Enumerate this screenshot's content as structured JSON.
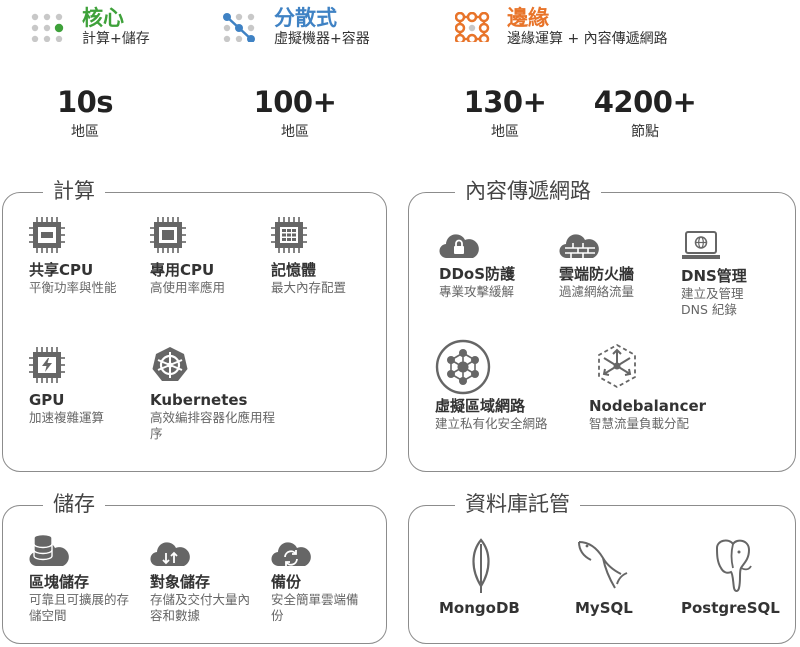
{
  "colors": {
    "core": "#3ea13a",
    "distributed": "#3f82c4",
    "edge": "#e8742a",
    "icon": "#666666",
    "border": "#8c8c8c"
  },
  "tiers": [
    {
      "name": "核心",
      "desc": "計算+儲存",
      "icon": "dot-grid-icon"
    },
    {
      "name": "分散式",
      "desc": "虛擬機器+容器",
      "icon": "distributed-nodes-icon"
    },
    {
      "name": "邊緣",
      "desc": "邊緣運算 + 內容傳遞網路",
      "icon": "edge-nodes-icon"
    }
  ],
  "stats": [
    {
      "value": "10s",
      "unit": "地區"
    },
    {
      "value": "100+",
      "unit": "地區"
    },
    {
      "value": "130+",
      "unit": "地區"
    },
    {
      "value": "4200+",
      "unit": "節點"
    }
  ],
  "compute": {
    "title": "計算",
    "items": [
      {
        "name": "共享CPU",
        "desc": "平衡功率與性能",
        "icon": "shared-cpu-icon"
      },
      {
        "name": "專用CPU",
        "desc": "高使用率應用",
        "icon": "dedicated-cpu-icon"
      },
      {
        "name": "記憶體",
        "desc": "最大內存配置",
        "icon": "memory-chip-icon"
      },
      {
        "name": "GPU",
        "desc": "加速複雜運算",
        "icon": "gpu-icon"
      },
      {
        "name": "Kubernetes",
        "desc": "高效編排容器化應用程序",
        "icon": "kubernetes-icon"
      }
    ]
  },
  "networking": {
    "title": "內容傳遞網路",
    "items": [
      {
        "name": "DDoS防護",
        "desc": "專業攻擊緩解",
        "icon": "cloud-lock-icon"
      },
      {
        "name": "雲端防火牆",
        "desc": "過濾網絡流量",
        "icon": "firewall-icon"
      },
      {
        "name": "DNS管理",
        "desc": "建立及管理DNS 紀錄",
        "icon": "dns-monitor-icon"
      },
      {
        "name": "虛擬區域網路",
        "desc": "建立私有化安全網路",
        "icon": "vlan-icon"
      },
      {
        "name": "Nodebalancer",
        "desc": "智慧流量負載分配",
        "icon": "nodebalancer-icon"
      }
    ]
  },
  "storage": {
    "title": "儲存",
    "items": [
      {
        "name": "區塊儲存",
        "desc": "可靠且可擴展的存儲空間",
        "icon": "block-storage-icon"
      },
      {
        "name": "對象儲存",
        "desc": "存儲及交付大量內容和數據",
        "icon": "object-storage-icon"
      },
      {
        "name": "備份",
        "desc": "安全簡單雲端備份",
        "icon": "backup-icon"
      }
    ]
  },
  "databases": {
    "title": "資料庫託管",
    "items": [
      {
        "name": "MongoDB",
        "icon": "mongodb-leaf-icon"
      },
      {
        "name": "MySQL",
        "icon": "mysql-dolphin-icon"
      },
      {
        "name": "PostgreSQL",
        "icon": "postgresql-elephant-icon"
      }
    ]
  }
}
